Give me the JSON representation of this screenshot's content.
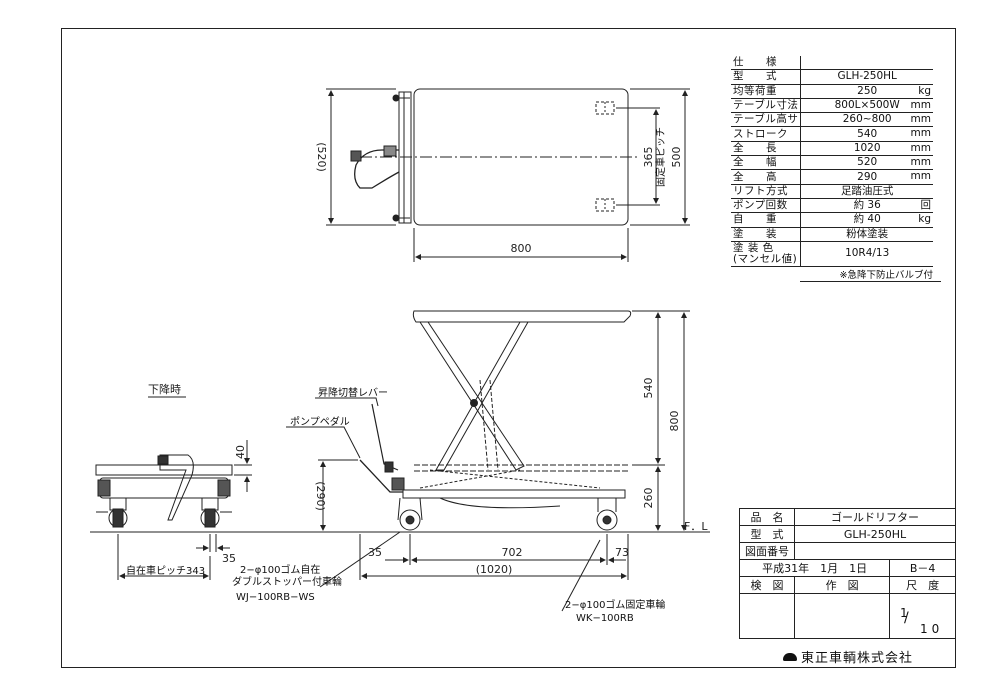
{
  "spec": {
    "header": "仕　　様",
    "rows": [
      {
        "label": "型　　式",
        "value": "GLH-250HL",
        "unit": ""
      },
      {
        "label": "均等荷重",
        "value": "250",
        "unit": "kg"
      },
      {
        "label": "テーブル寸法",
        "value": "800L×500W",
        "unit": "mm"
      },
      {
        "label": "テーブル高サ",
        "value": "260~800",
        "unit": "mm"
      },
      {
        "label": "ストローク",
        "value": "540",
        "unit": "mm"
      },
      {
        "label": "全　　長",
        "value": "1020",
        "unit": "mm"
      },
      {
        "label": "全　　幅",
        "value": "520",
        "unit": "mm"
      },
      {
        "label": "全　　高",
        "value": "290",
        "unit": "mm"
      },
      {
        "label": "リフト方式",
        "value": "足踏油圧式",
        "unit": ""
      },
      {
        "label": "ポンプ回数",
        "value": "約 36",
        "unit": "回"
      },
      {
        "label": "自　　重",
        "value": "約 40",
        "unit": "kg"
      },
      {
        "label": "塗　　装",
        "value": "粉体塗装",
        "unit": ""
      }
    ],
    "color_label_1": "塗 装 色",
    "color_label_2": "(マンセル値)",
    "color_value": "10R4/13",
    "note": "※急降下防止バルブ付"
  },
  "title_block": {
    "name_label": "品　名",
    "name_value": "ゴールドリフター",
    "model_label": "型　式",
    "model_value": "GLH-250HL",
    "drawing_no_label": "図面番号",
    "drawing_no_value": "",
    "date": "平成31年　1月　1日",
    "sheet": "B－4",
    "check_label": "検　図",
    "draw_label": "作　図",
    "scale_label": "尺　度",
    "scale_num": "1",
    "scale_den": "10",
    "company": "東正車輌株式会社"
  },
  "top_view": {
    "dim_length": "800",
    "dim_width_total": "(520)",
    "dim_table_width": "500",
    "dim_fixed_pitch": "365",
    "fixed_pitch_label": "固定車ピッチ"
  },
  "side_view": {
    "dim_stroke": "540",
    "dim_max_height": "800",
    "dim_min_height": "260",
    "dim_overall_height": "(290)",
    "dim_front": "35",
    "dim_wheelbase": "702",
    "dim_rear": "73",
    "dim_overall_length": "(1020)",
    "floor_line": "F．L",
    "lever_label": "昇降切替レバー",
    "pedal_label": "ポンプペダル",
    "caster_label_1": "2−φ100ゴム自在",
    "caster_label_2": "ダブルストッパー付車輪",
    "caster_code": "WJ−100RB−WS",
    "fixed_label": "2−φ100ゴム固定車輪",
    "fixed_code": "WK−100RB"
  },
  "front_view": {
    "title": "下降時",
    "dim_table_thickness": "40",
    "dim_caster_offset": "35",
    "caster_pitch": "自在車ピッチ343"
  }
}
